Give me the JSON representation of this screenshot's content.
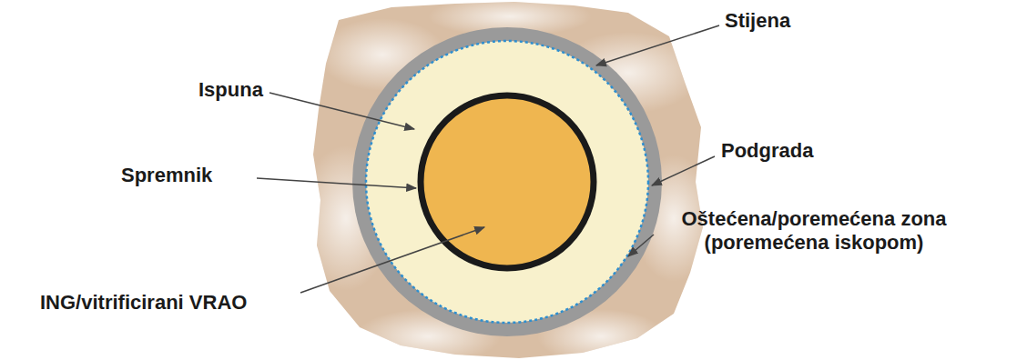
{
  "diagram": {
    "labels": [
      "Stijena",
      "Ispuna",
      "Podgrada",
      "Spremnik",
      "Oštećena/poremećena zona (poremećena iskopom)",
      "ING/vitrificirani VRAO"
    ]
  }
}
